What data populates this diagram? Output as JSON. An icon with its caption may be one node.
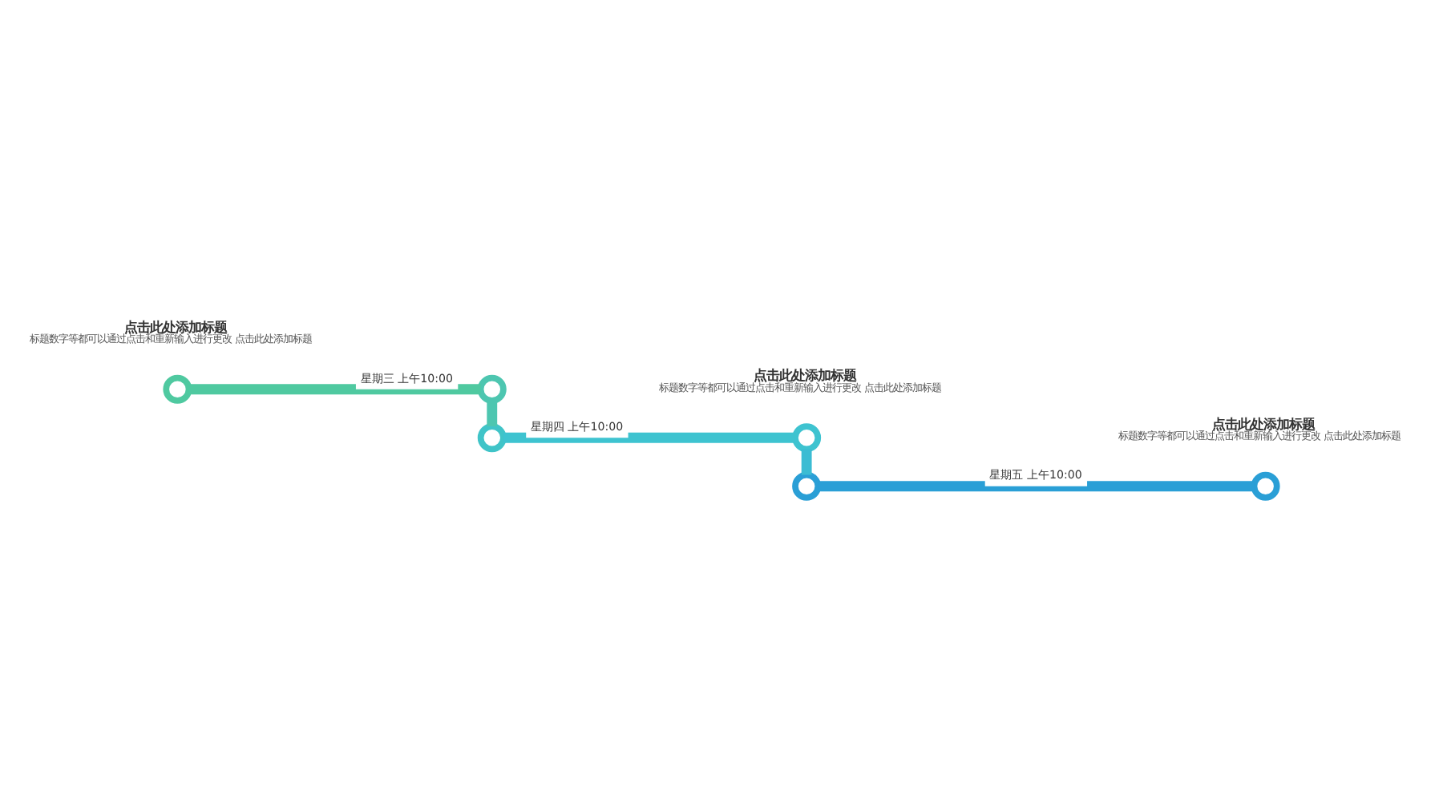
{
  "diagram": {
    "nodes": [
      {
        "text": [],
        "shape": "circle",
        "beside": [
          "点击此处添加标题",
          "标题数字等都可以通过点击和重新输入进行更改 点击此处添加标题"
        ]
      },
      {
        "text": [],
        "shape": "circle"
      },
      {
        "text": [],
        "shape": "circle"
      },
      {
        "text": [],
        "shape": "circle",
        "beside": [
          "点击此处添加标题",
          "标题数字等都可以通过点击和重新输入进行更改 点击此处添加标题"
        ]
      },
      {
        "text": [],
        "shape": "circle"
      },
      {
        "text": [],
        "shape": "circle",
        "beside": [
          "点击此处添加标题",
          "标题数字等都可以通过点击和重新输入进行更改 点击此处添加标题"
        ]
      }
    ],
    "edges": [
      {
        "from": 0,
        "to": 1,
        "arrow": "none",
        "label": "星期三 上午10:00",
        "color": "#4fc9a0"
      },
      {
        "from": 1,
        "to": 2,
        "arrow": "none",
        "color": "#4dc6b0"
      },
      {
        "from": 2,
        "to": 3,
        "arrow": "none",
        "label": "星期四 上午10:00",
        "color": "#3ec3d0"
      },
      {
        "from": 3,
        "to": 4,
        "arrow": "none",
        "color": "#3bbcd3"
      },
      {
        "from": 4,
        "to": 5,
        "arrow": "none",
        "label": "星期五 上午10:00",
        "color": "#2a9fd6"
      }
    ]
  }
}
